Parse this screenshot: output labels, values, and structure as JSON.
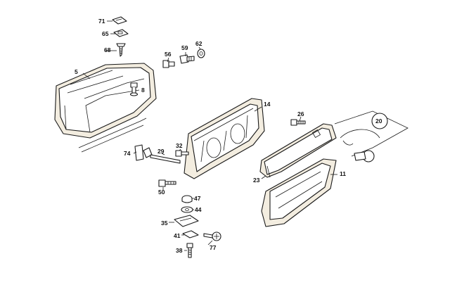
{
  "diagram": {
    "callouts": {
      "c71": "71",
      "c65": "65",
      "c68": "68",
      "c5": "5",
      "c8": "8",
      "c56": "56",
      "c59": "59",
      "c62": "62",
      "c14": "14",
      "c26": "26",
      "c20": "20",
      "c74": "74",
      "c29": "29",
      "c32": "32",
      "c50": "50",
      "c23": "23",
      "c11": "11",
      "c47": "47",
      "c44": "44",
      "c35": "35",
      "c41": "41",
      "c77": "77",
      "c38": "38"
    }
  }
}
